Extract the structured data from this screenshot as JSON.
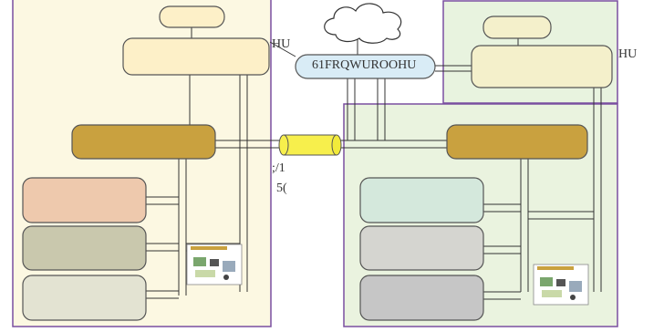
{
  "labels": {
    "left_suffix": "HU",
    "right_suffix": "HU",
    "controller_node": "61FRQWUROOHU",
    "link_label_1": ";/1",
    "link_label_2": "5("
  },
  "colors": {
    "region_border": "#7a4fa0",
    "left_region_fill": "#fcf8e2",
    "right_region_fill": "#eaf3df",
    "top_right_region_fill": "#e8f3df",
    "box_cream": "#fdf0c8",
    "box_pale_yellow": "#f4f0cb",
    "box_gold": "#c9a13f",
    "box_peach": "#eec9ad",
    "box_olive_gray": "#c9c8ad",
    "box_light_gray": "#e3e3d2",
    "box_mint": "#d4e8dc",
    "box_gray": "#d5d5d0",
    "box_dark_gray": "#c6c6c6",
    "controller_fill": "#d9ecf6",
    "tunnel_fill": "#f7ef4c",
    "cloud_fill": "#ffffff"
  }
}
